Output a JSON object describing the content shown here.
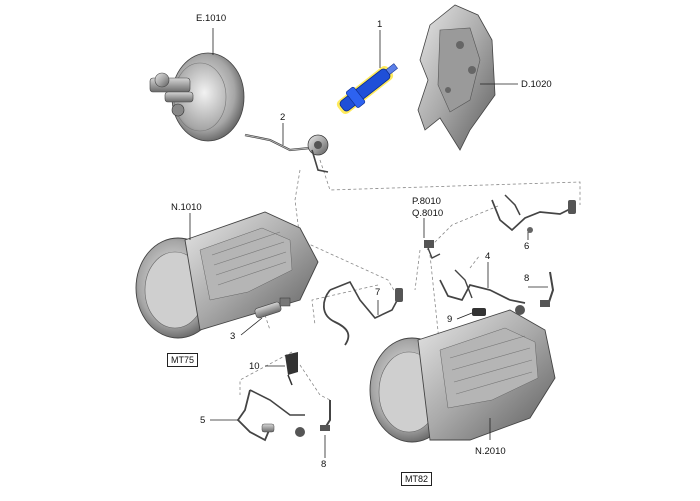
{
  "callouts": {
    "e1010": "E.1010",
    "d1020": "D.1020",
    "n1010": "N.1010",
    "n2010": "N.2010",
    "p8010": "P.8010",
    "q8010": "Q.8010",
    "item1": "1",
    "item2": "2",
    "item3": "3",
    "item4": "4",
    "item5": "5",
    "item6": "6",
    "item7": "7",
    "item8_right": "8",
    "item8_bottom": "8",
    "item9": "9",
    "item10": "10"
  },
  "transmission_boxes": {
    "mt75": "MT75",
    "mt82": "MT82"
  },
  "highlight_color": "#1f4fd8",
  "highlight_glow": "#ffe94a"
}
